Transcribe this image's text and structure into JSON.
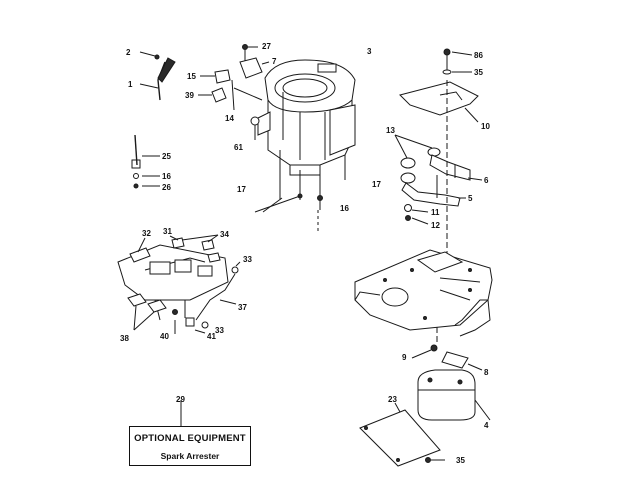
{
  "box": {
    "title": "OPTIONAL EQUIPMENT",
    "subtitle": "Spark Arrester"
  },
  "labels": {
    "l2": "2",
    "l1": "1",
    "l27": "27",
    "l7": "7",
    "l3": "3",
    "l15": "15",
    "l39": "39",
    "l14": "14",
    "l61": "61",
    "l86": "86",
    "l35a": "35",
    "l10": "10",
    "l13": "13",
    "l6": "6",
    "l5": "5",
    "l11": "11",
    "l12": "12",
    "l25a": "25",
    "l16a": "16",
    "l26": "26",
    "l17a": "17",
    "l17b": "17",
    "l16b": "16",
    "l32": "32",
    "l31": "31",
    "l34": "34",
    "l33a": "33",
    "l37": "37",
    "l33b": "33",
    "l41": "41",
    "l40": "40",
    "l38": "38",
    "l9": "9",
    "l8": "8",
    "l29": "29",
    "l23": "23",
    "l4": "4",
    "l35b": "35"
  }
}
